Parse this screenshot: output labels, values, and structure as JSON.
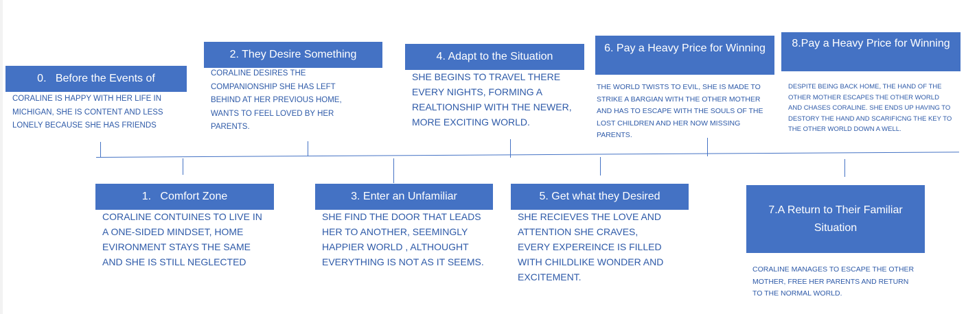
{
  "accent_color": "#4472c4",
  "text_color": "#2e5aa8",
  "stages": [
    {
      "title": "0.   Before the Events of",
      "description": "CORALINE IS HAPPY WITH HER LIFE IN MICHIGAN, SHE IS CONTENT AND LESS LONELY BECAUSE SHE HAS FRIENDS"
    },
    {
      "title": "1.   Comfort Zone",
      "description": "CORALINE CONTUINES TO LIVE IN A ONE-SIDED MINDSET, HOME EVIRONMENT STAYS THE SAME AND SHE IS STILL NEGLECTED"
    },
    {
      "title": "2. They Desire Something",
      "description": "CORALINE DESIRES THE COMPANIONSHIP SHE HAS LEFT BEHIND AT HER PREVIOUS HOME, WANTS TO FEEL LOVED BY HER PARENTS."
    },
    {
      "title": "3. Enter an Unfamiliar",
      "description": "SHE FIND THE DOOR THAT LEADS HER TO ANOTHER, SEEMINGLY HAPPIER WORLD , ALTHOUGHT EVERYTHING IS NOT AS IT SEEMS."
    },
    {
      "title": "4. Adapt to the Situation",
      "description": "SHE BEGINS TO TRAVEL THERE EVERY NIGHTS, FORMING A REALTIONSHIP WITH THE NEWER, MORE EXCITING WORLD."
    },
    {
      "title": "5. Get what they Desired",
      "description": "SHE RECIEVES THE LOVE AND ATTENTION SHE CRAVES, EVERY EXPEREINCE IS FILLED WITH CHILDLIKE WONDER AND EXCITEMENT."
    },
    {
      "title": "6. Pay a Heavy Price for Winning",
      "description": "THE WORLD TWISTS TO EVIL, SHE IS MADE TO STRIKE A BARGIAN WITH THE OTHER MOTHER AND HAS TO ESCAPE WITH THE SOULS OF THE LOST CHILDREN AND HER NOW MISSING PARENTS."
    },
    {
      "title": "7.A Return to Their Familiar Situation",
      "description": "CORALINE MANAGES TO ESCAPE THE OTHER MOTHER, FREE HER PARENTS AND RETURN TO THE NORMAL WORLD."
    },
    {
      "title": "8.Pay a Heavy Price for Winning",
      "description": "DESPITE BEING BACK HOME, THE HAND OF THE OTHER MOTHER ESCAPES THE OTHER WORLD AND CHASES CORALINE.  SHE ENDS UP HAVING TO DESTORY THE HAND AND SCARIFICNG THE KEY TO THE OTHER WORLD DOWN A WELL."
    }
  ]
}
